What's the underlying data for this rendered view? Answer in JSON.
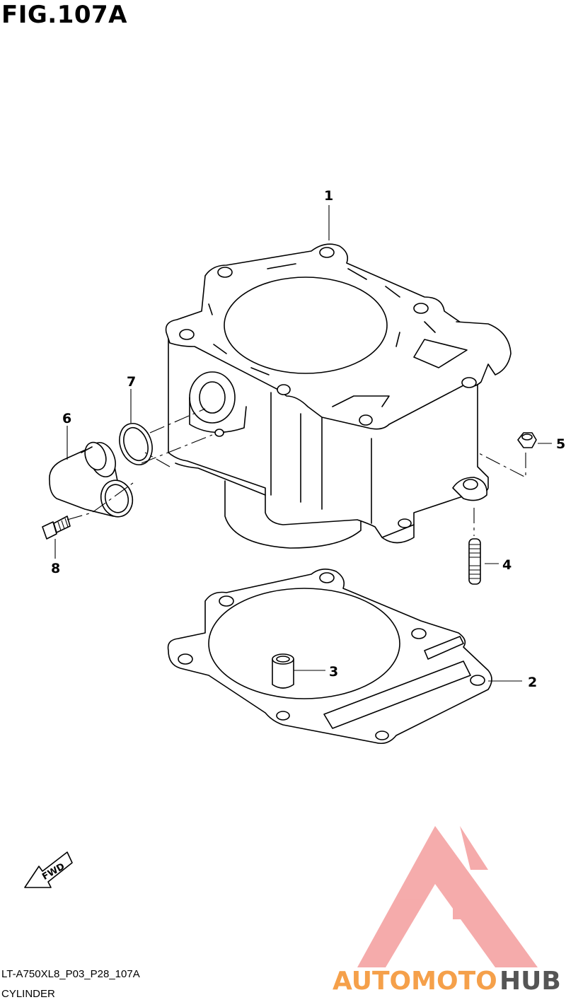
{
  "figure": {
    "title": "FIG.107A",
    "code": "LT-A750XL8_P03_P28_107A",
    "name": "CYLINDER"
  },
  "callouts": [
    {
      "id": "1",
      "part": "cylinder"
    },
    {
      "id": "2",
      "part": "cylinder-gasket"
    },
    {
      "id": "3",
      "part": "dowel-pin"
    },
    {
      "id": "4",
      "part": "stud-bolt"
    },
    {
      "id": "5",
      "part": "nut"
    },
    {
      "id": "6",
      "part": "water-inlet-pipe"
    },
    {
      "id": "7",
      "part": "o-ring"
    },
    {
      "id": "8",
      "part": "bolt"
    }
  ],
  "direction_marker": {
    "label": "FWD",
    "icon": "fwd-arrow-icon"
  },
  "watermark": {
    "text": "AUTOMOTOHUB",
    "part_a": "AUTOMOTO",
    "part_b": "HUB",
    "color_a": "#f5a04a",
    "color_b": "#555555",
    "logo_color": "#f4a3a3",
    "icon": "automotohub-logo-icon"
  }
}
